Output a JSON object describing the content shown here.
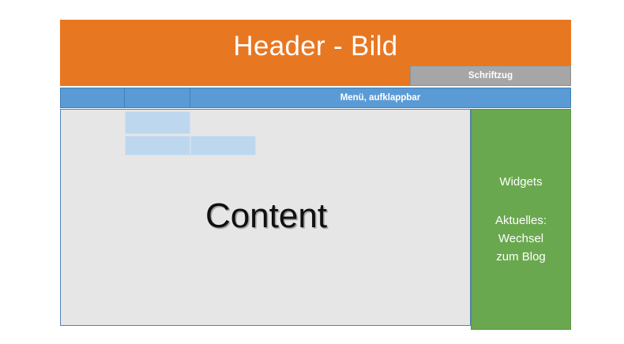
{
  "diagram": {
    "type": "website-layout-wireframe",
    "language": "de",
    "header": {
      "title": "Header - Bild",
      "badge_label": "Schriftzug",
      "color": "#e87722",
      "badge_color": "#a6a6a6"
    },
    "menu": {
      "label": "Menü, aufklappbar",
      "color": "#5b9bd5",
      "cells": [
        {
          "label": ""
        },
        {
          "label": ""
        },
        {
          "label": "Menü, aufklappbar"
        }
      ],
      "dropdowns": [
        {
          "label": ""
        },
        {
          "label": ""
        },
        {
          "label": ""
        }
      ],
      "dropdown_color": "#bdd7ee"
    },
    "content": {
      "label": "Content",
      "color": "#e7e6e6",
      "border_color": "#4f81bd"
    },
    "widgets": {
      "heading": "Widgets",
      "lines": [
        "Aktuelles:",
        "Wechsel",
        "zum Blog"
      ],
      "color": "#6aa84f"
    }
  }
}
